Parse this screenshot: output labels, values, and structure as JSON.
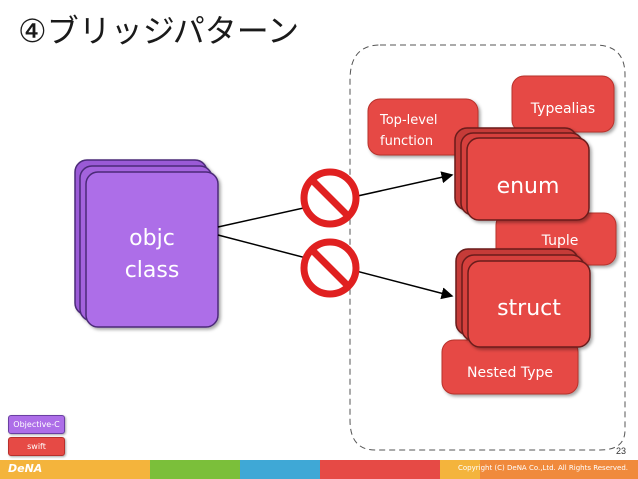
{
  "title": "④ブリッジパターン",
  "objc_box": {
    "line1": "objc",
    "line2": "class",
    "color": "#ad6ee8"
  },
  "swift_boxes": {
    "typealias": "Typealias",
    "toplevel_line1": "Top-level",
    "toplevel_line2": "function",
    "enum": "enum",
    "tuple": "Tuple",
    "struct": "struct",
    "nested": "Nested Type",
    "color": "#e64a45"
  },
  "legend": {
    "objc": "Objective-C",
    "swift": "swift"
  },
  "page_number": "23",
  "footer": {
    "brand": "DeNA",
    "copyright": "Copyright (C) DeNA Co.,Ltd. All Rights Reserved.",
    "colors": [
      "#f4b43c",
      "#7bbf3a",
      "#3fa8d6",
      "#e64a45",
      "#f4b43c",
      "#f08a3c"
    ]
  }
}
